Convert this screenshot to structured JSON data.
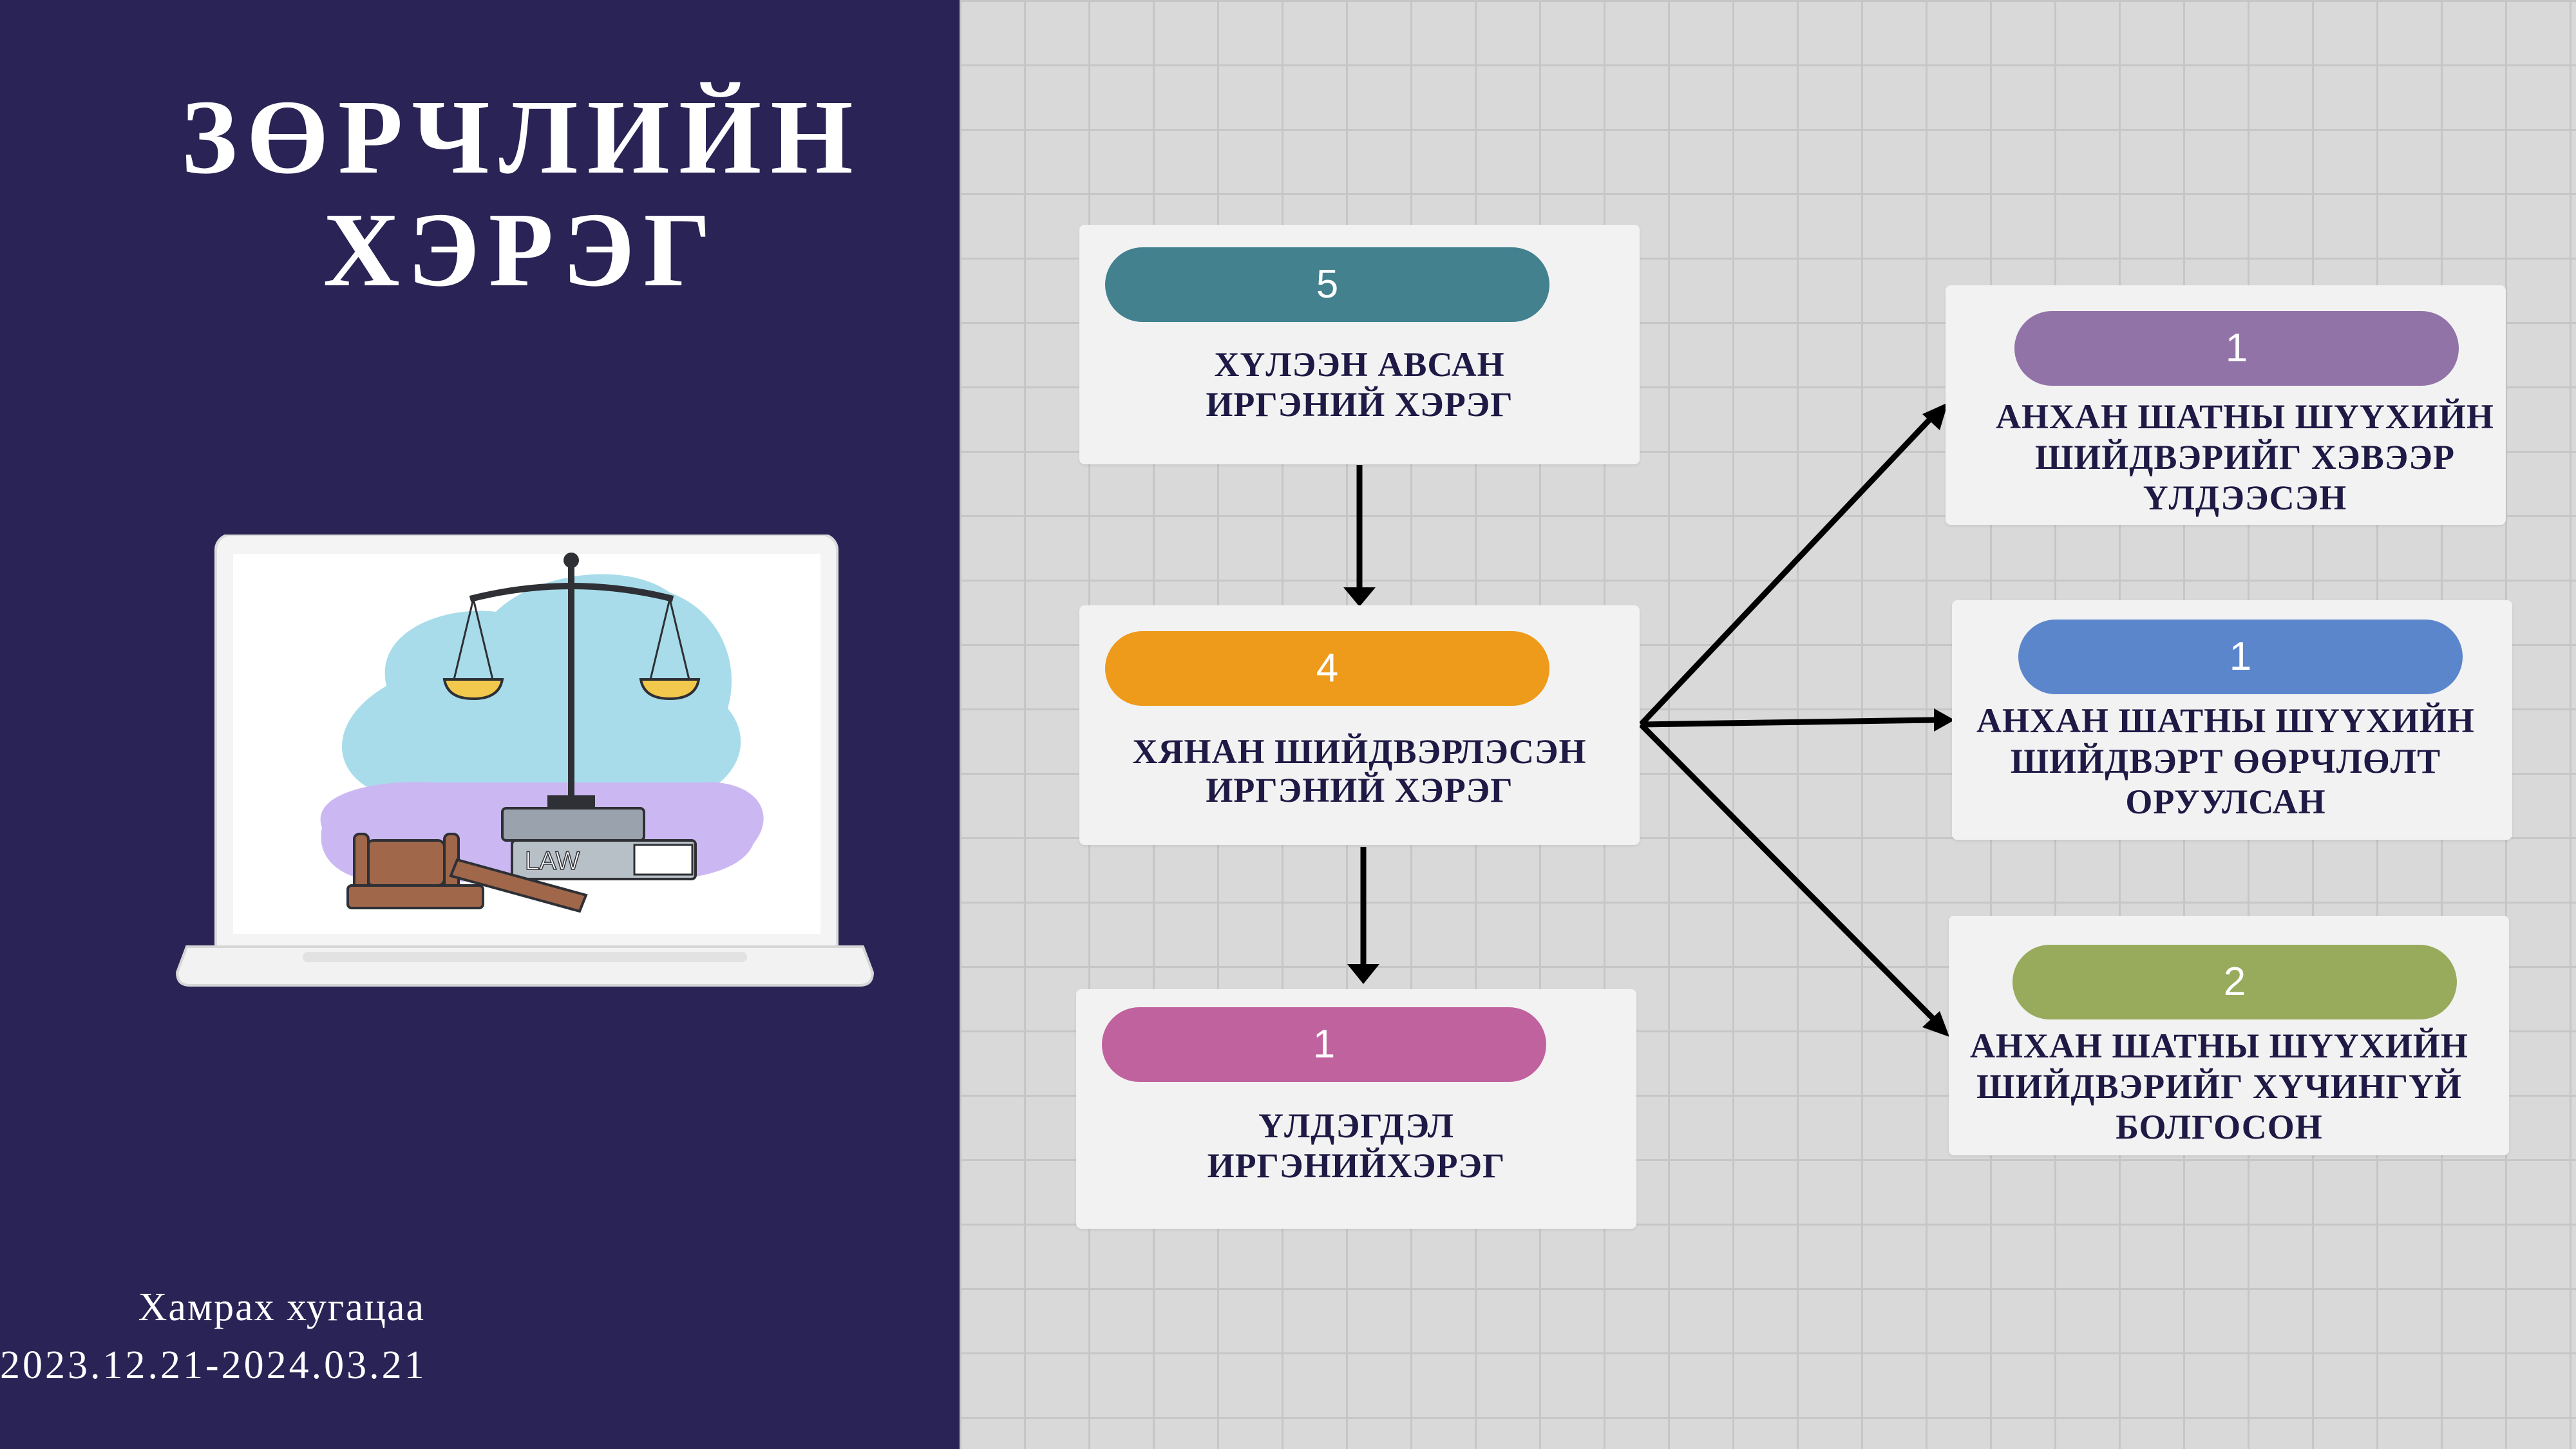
{
  "title": {
    "line1": "ЗӨРЧЛИЙН",
    "line2": "ХЭРЭГ"
  },
  "period": {
    "label": "Хамрах хугацаа",
    "range": "2023.12.21-2024.03.21"
  },
  "illustration": {
    "icon": "laptop-law-icon",
    "book_label": "LAW"
  },
  "colors": {
    "left_panel": "#2a2355",
    "grid_bg": "#d9d9d9",
    "teal": "#43818f",
    "orange": "#ee9a1a",
    "magenta": "#c0629e",
    "purple": "#9273a8",
    "blue": "#5b86cc",
    "olive": "#98ab5c"
  },
  "flow": {
    "received": {
      "count": "5",
      "text1": "ХҮЛЭЭН АВСАН",
      "text2": "ИРГЭНИЙ ХЭРЭГ"
    },
    "reviewed": {
      "count": "4",
      "text1": "ХЯНАН ШИЙДВЭРЛЭСЭН",
      "text2": "ИРГЭНИЙ ХЭРЭГ"
    },
    "remaining": {
      "count": "1",
      "text1": "ҮЛДЭГДЭЛ",
      "text2": "ИРГЭНИЙХЭРЭГ"
    },
    "upheld": {
      "count": "1",
      "text1": "АНХАН ШАТНЫ ШҮҮХИЙН",
      "text2": "ШИЙДВЭРИЙГ ХЭВЭЭР",
      "text3": "ҮЛДЭЭСЭН"
    },
    "modified": {
      "count": "1",
      "text1": "АНХАН ШАТНЫ ШҮҮХИЙН",
      "text2": "ШИЙДВЭРТ ӨӨРЧЛӨЛТ",
      "text3": "ОРУУЛСАН"
    },
    "annulled": {
      "count": "2",
      "text1": "АНХАН ШАТНЫ ШҮҮХИЙН",
      "text2": "ШИЙДВЭРИЙГ ХҮЧИНГҮЙ",
      "text3": "БОЛГОСОН"
    }
  }
}
